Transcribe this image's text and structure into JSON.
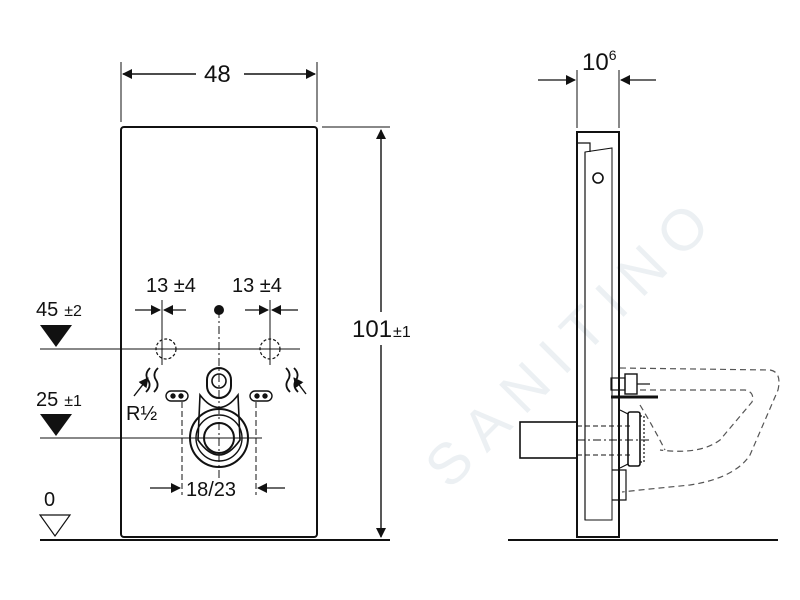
{
  "front": {
    "width_label": "48",
    "height_label": "101",
    "height_tol": "±1",
    "left_offset": "13 ±4",
    "right_offset": "13 ±4",
    "supply_level": "45",
    "supply_tol": "±2",
    "drain_level": "25",
    "drain_tol": "±1",
    "thread": "R½",
    "drain_spacing": "18/23",
    "floor_level": "0"
  },
  "side": {
    "depth_main": "10",
    "depth_sup": "6"
  },
  "watermark": "SANITINO",
  "colors": {
    "line": "#111111",
    "dash": "#555555",
    "watermark": "#c9d6de"
  }
}
